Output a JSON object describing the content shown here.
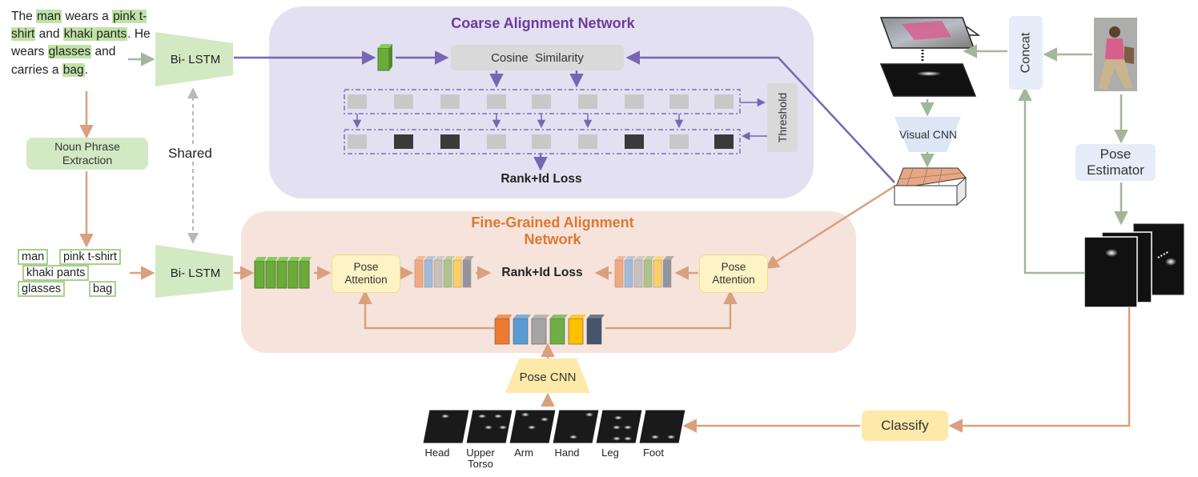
{
  "sentence": {
    "segments": [
      {
        "text": "The ",
        "hl": false
      },
      {
        "text": "man",
        "hl": true
      },
      {
        "text": " wears a ",
        "hl": false
      },
      {
        "text": "pink t-shirt",
        "hl": true
      },
      {
        "text": " and ",
        "hl": false
      },
      {
        "text": "khaki pants",
        "hl": true
      },
      {
        "text": ". He wears ",
        "hl": false
      },
      {
        "text": "glasses",
        "hl": true
      },
      {
        "text": " and carries a ",
        "hl": false
      },
      {
        "text": "bag",
        "hl": true
      },
      {
        "text": ".",
        "hl": false
      }
    ]
  },
  "labels": {
    "bilstm_top": "Bi- LSTM",
    "bilstm_bottom": "Bi- LSTM",
    "noun_phrase": "Noun Phrase Extraction",
    "shared": "Shared",
    "coarse_title": "Coarse Alignment Network",
    "cosine": "Cosine  Similarity",
    "threshold": "Threshold",
    "coarse_loss": "Rank+Id Loss",
    "fine_title": "Fine-Grained Alignment Network",
    "pose_attention_left": "Pose Attention",
    "pose_attention_right": "Pose Attention",
    "fine_loss": "Rank+Id Loss",
    "pose_cnn": "Pose CNN",
    "visual_cnn": "Visual CNN",
    "concat": "Concat",
    "pose_estimator": "Pose Estimator",
    "classify": "Classify"
  },
  "phrases": [
    "man",
    "pink t-shirt",
    "khaki pants",
    "glasses",
    "bag"
  ],
  "body_parts": [
    "Head",
    "Upper Torso",
    "Arm",
    "Hand",
    "Leg",
    "Foot"
  ],
  "colors": {
    "purple_panel": "#e3e1f1",
    "orange_panel": "#f6e4dc",
    "purple_arrow": "#7766b3",
    "orange_arrow": "#d9a07e",
    "gray_green_arrow": "#a2b79a",
    "feature_green": "#6aab3a",
    "part_colors": [
      "#ee7a30",
      "#5b9bd5",
      "#a5a5a5",
      "#70ad47",
      "#ffc000",
      "#44546a"
    ]
  }
}
